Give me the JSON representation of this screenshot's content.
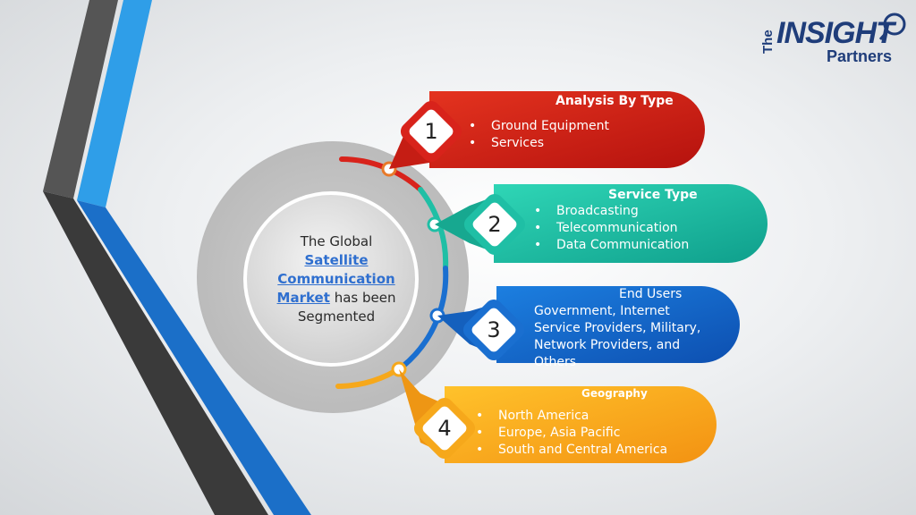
{
  "logo": {
    "the": "The",
    "insight": "INSIGHT",
    "partners": "Partners"
  },
  "center": {
    "line1": "The Global",
    "link": "Satellite Communication Market",
    "line2": "has been Segmented"
  },
  "segments": [
    {
      "number": "1",
      "title": "Analysis By Type",
      "items": [
        "Ground Equipment",
        "Services"
      ],
      "color": "#d8231b"
    },
    {
      "number": "2",
      "title": "Service Type",
      "items": [
        "Broadcasting",
        "Telecommunication",
        "Data Communication"
      ],
      "color": "#1fbfa5"
    },
    {
      "number": "3",
      "title": "End Users",
      "text": "Government, Internet Service Providers, Military, Network Providers, and Others",
      "color": "#1a6fd0"
    },
    {
      "number": "4",
      "title": "Geography",
      "items": [
        "North America",
        "Europe, Asia Pacific",
        "South and Central America"
      ],
      "color": "#f6a81b"
    }
  ]
}
